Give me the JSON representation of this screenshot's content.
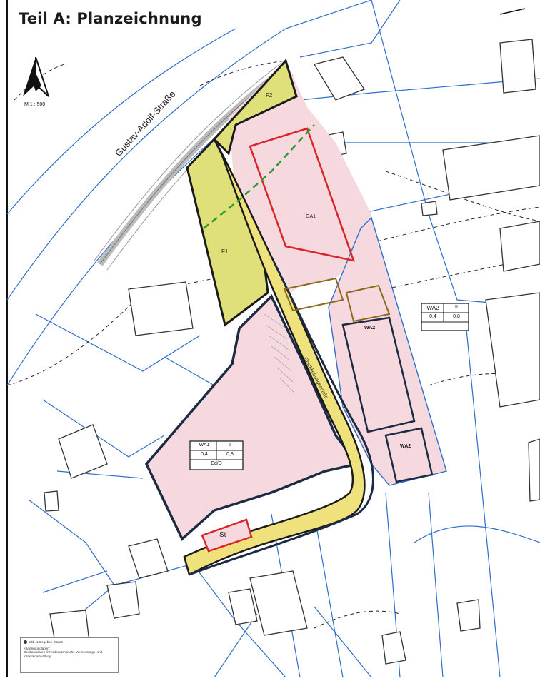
{
  "title": "Teil A: Planzeichnung",
  "north_arrow": {
    "scale": "M 1 : 500",
    "icon": "north-arrow-icon"
  },
  "street": {
    "name": "Gustav-Adolf-Straße"
  },
  "areas": {
    "f1": "F1",
    "f2": "F2",
    "ga1": "GA1",
    "st": "St",
    "wa1": {
      "name": "WA1",
      "storeys": "II",
      "grz": "0,4",
      "gfz": "0,8",
      "type": "Ed/D"
    },
    "wa2": {
      "name": "WA2",
      "storeys": "II",
      "grz": "0,4",
      "gfz": "0,8"
    }
  },
  "road_label": "Erschließungsstraße",
  "colors": {
    "wa_pink": "#f6d9de",
    "green_yellow": "#dfe07a",
    "road_yellow": "#efe27c",
    "parcel_blue": "#2f6fc9",
    "boundary_dark": "#1d2a44",
    "red": "#d8242a",
    "green_dash": "#2e9a2e"
  },
  "legend": {
    "line1": "abb. 1 Gegeben Ostadt",
    "line2": "Kartengrundlagen:",
    "line3": "Geobasisdaten © Niedersächsische Vermessungs- und Katasterverwaltung"
  }
}
